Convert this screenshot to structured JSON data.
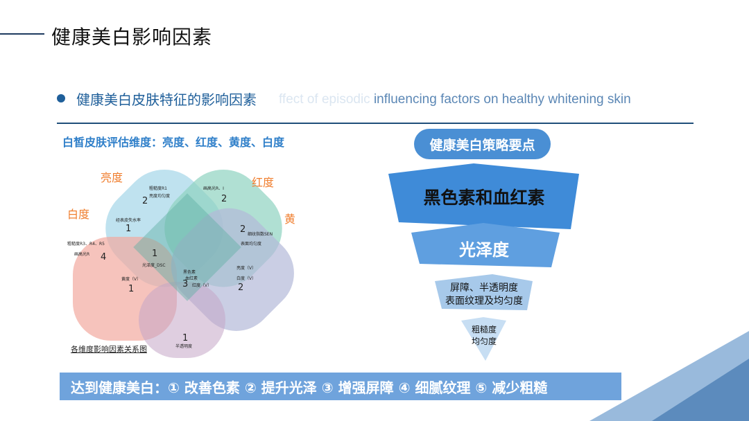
{
  "slide": {
    "title": "健康美白影响因素",
    "subtitle_cn": "健康美白皮肤特征的影响因素",
    "subtitle_en_faint": "ffect of episodic ",
    "subtitle_en": "influencing factors on healthy whitening skin",
    "dimensions_label": "白皙皮肤评估维度：亮度、红度、黄度、白度",
    "strategy_title": "健康美白策略要点",
    "bottom_banner": "达到健康美白：① 改善色素 ② 提升光泽 ③ 增强屏障 ④ 细腻纹理 ⑤ 减少粗糙"
  },
  "venn": {
    "caption": "各维度影响因素关系图",
    "set_labels": {
      "brightness": "亮度",
      "redness": "红度",
      "whiteness": "白度",
      "yellowness": "黄度"
    },
    "regions": [
      {
        "count": "2",
        "text1": "粗糙度R1",
        "text2": "亮度均匀度"
      },
      {
        "count": "2",
        "text1": "画高光R、I",
        "text2": ""
      },
      {
        "count": "1",
        "text1": "经表皮失水率",
        "text2": ""
      },
      {
        "count": "2",
        "text1": "细纹指数SEN",
        "text2": "表面均匀度"
      },
      {
        "count": "4",
        "text1": "粗糙度R3、R4、R5",
        "text2": "画高光R"
      },
      {
        "count": "1",
        "text1": "光泽度_DSC",
        "text2": ""
      },
      {
        "count": "3",
        "text1": "黑色素",
        "text2": "血红素",
        "text3": "红度（V）"
      },
      {
        "count": "1",
        "text1": "黄度（V）",
        "text2": ""
      },
      {
        "count": "2",
        "text1": "亮度（V）",
        "text2": "白度（V）"
      },
      {
        "count": "1",
        "text1": "半透明度",
        "text2": ""
      }
    ],
    "colors": {
      "brightness": "#a9d8ea",
      "redness": "#8ed3c1",
      "whiteness": "#f2a9a0",
      "yellowness": "#b4b9d9",
      "overlap": "#6fa8a0"
    }
  },
  "funnel": {
    "levels": [
      {
        "label": "黑色素和血红素"
      },
      {
        "label": "光泽度"
      },
      {
        "label": "屏障、半透明度",
        "label2": "表面纹理及均匀度"
      },
      {
        "label": "粗糙度",
        "label2": "均匀度"
      }
    ],
    "colors": [
      "#3f8bd8",
      "#5f9fe0",
      "#a7c9ea",
      "#c7def3"
    ]
  },
  "colors": {
    "accent": "#1f5f9a",
    "label_blue": "#2f7fc9",
    "orange": "#f07e2e",
    "banner": "#6fa3dc"
  }
}
